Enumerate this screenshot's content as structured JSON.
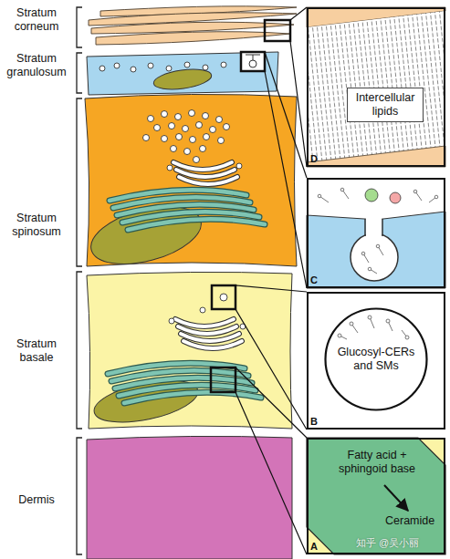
{
  "diagram": {
    "nodes": [
      {
        "text": [
          "Stratum corneum"
        ]
      },
      {
        "text": [
          "Stratum granulosum"
        ]
      },
      {
        "text": [
          "Stratum spinosum"
        ]
      },
      {
        "text": [
          "Stratum basale"
        ]
      },
      {
        "text": [
          "Dermis"
        ]
      },
      {
        "text": [
          "D"
        ]
      },
      {
        "text": [
          "Intercellular lipids"
        ],
        "in": 5
      },
      {
        "text": [
          "C"
        ]
      },
      {
        "text": [
          "B"
        ]
      },
      {
        "text": [
          "Glucosyl-CERs and SMs"
        ],
        "in": 8
      },
      {
        "text": [
          "Fatty acid + sphingoid base",
          "Ceramide",
          "A"
        ]
      }
    ],
    "edges": [
      {
        "from": 0,
        "to": 5,
        "arrow": "none"
      },
      {
        "from": 1,
        "to": 7,
        "arrow": "none"
      },
      {
        "from": 3,
        "to": 8,
        "arrow": "none"
      },
      {
        "from": 3,
        "to": 10,
        "arrow": "none"
      }
    ],
    "labels": [
      "知乎 @吴小丽"
    ]
  }
}
